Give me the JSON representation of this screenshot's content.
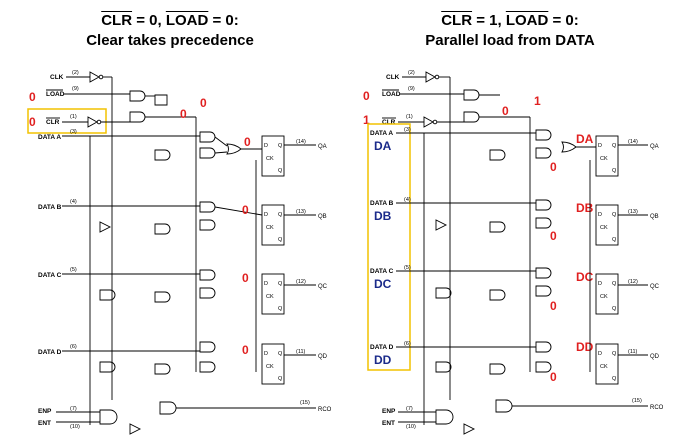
{
  "left": {
    "title_1_a": "CLR",
    "title_1_b": " = 0, ",
    "title_1_c": "LOAD",
    "title_1_d": " = 0:",
    "title_2": "Clear takes precedence",
    "marks": {
      "load_in": "0",
      "clr_in": "0",
      "n1": "0",
      "n2": "0",
      "n3": "0",
      "n4": "0",
      "n5": "0",
      "n6": "0"
    }
  },
  "right": {
    "title_1_a": "CLR",
    "title_1_b": " = 1, ",
    "title_1_c": "LOAD",
    "title_1_d": " = 0:",
    "title_2": "Parallel load from DATA",
    "marks": {
      "load_in": "0",
      "clr_in": "1",
      "n1": "0",
      "n2": "1",
      "q1": "DA",
      "q2": "DB",
      "q3": "DC",
      "q4": "DD",
      "z1": "0",
      "z2": "0",
      "z3": "0",
      "z4": "0"
    },
    "data_labels": [
      "DA",
      "DB",
      "DC",
      "DD"
    ]
  },
  "pins": {
    "clk": "CLK",
    "clk_pin": "(2)",
    "load": "LOAD",
    "load_pin": "(9)",
    "clr": "CLR",
    "clr_pin": "(1)",
    "data_a": "DATA A",
    "data_a_pin": "(3)",
    "data_b": "DATA B",
    "data_b_pin": "(4)",
    "data_c": "DATA C",
    "data_c_pin": "(5)",
    "data_d": "DATA D",
    "data_d_pin": "(6)",
    "enp": "ENP",
    "enp_pin": "(7)",
    "ent": "ENT",
    "ent_pin": "(10)",
    "qa": "QA",
    "qa_pin": "(14)",
    "qb": "QB",
    "qb_pin": "(13)",
    "qc": "QC",
    "qc_pin": "(12)",
    "qd": "QD",
    "qd_pin": "(11)",
    "rco": "RCO",
    "rco_pin": "(15)",
    "ff_d": "D",
    "ff_q": "Q",
    "ff_ck": "CK",
    "ff_qbar": "Q"
  },
  "colors": {
    "mark_red": "#e02020",
    "mark_blue": "#1a2a8a",
    "highlight": "#f2c200"
  }
}
